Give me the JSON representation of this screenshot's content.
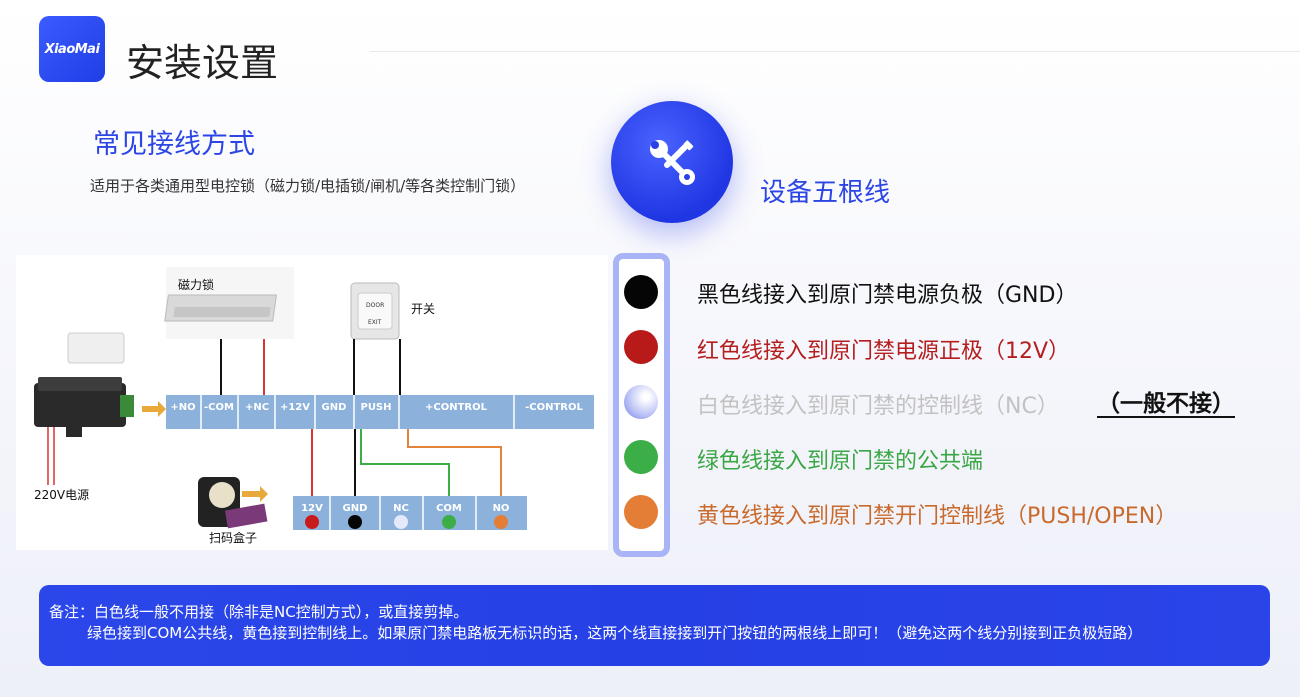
{
  "header": {
    "logo_text": "XiaoMai",
    "title": "安装设置"
  },
  "intro": {
    "title": "常见接线方式",
    "subtitle": "适用于各类通用型电控锁（磁力锁/电插锁/闸机/等各类控制门锁）"
  },
  "five_wires": {
    "title": "设备五根线",
    "items": [
      {
        "text": "黑色线接入到原门禁电源负极（GND）",
        "color": "#111111",
        "dot_color": "#050505"
      },
      {
        "text": "红色线接入到原门禁电源正极（12V）",
        "color": "#b51e1e",
        "dot_color": "#b81a1a"
      },
      {
        "text": "白色线接入到原门禁的控制线（NC）",
        "color": "#c2c2c2",
        "dot_color": "#dcdff8"
      },
      {
        "text": "绿色线接入到原门禁的公共端",
        "color": "#3aa745",
        "dot_color": "#3cae48"
      },
      {
        "text": "黄色线接入到原门禁开门控制线（PUSH/OPEN）",
        "color": "#c96a2c",
        "dot_color": "#e47d36"
      }
    ],
    "white_note": "（一般不接）"
  },
  "diagram": {
    "maglock_label": "磁力锁",
    "switch_label": "开关",
    "power_label": "220V电源",
    "scanner_label": "扫码盒子",
    "button_text_1": "DOOR",
    "button_text_2": "EXIT",
    "top_terminals": [
      "+NO",
      "-COM",
      "+NC",
      "+12V",
      "GND",
      "PUSH",
      "+CONTROL",
      "-CONTROL"
    ],
    "bottom_terminals": [
      "12V",
      "GND",
      "NC",
      "COM",
      "NO"
    ]
  },
  "note": {
    "line1": "备注：白色线一般不用接（除非是NC控制方式），或直接剪掉。",
    "line2": "绿色接到COM公共线，黄色接到控制线上。如果原门禁电路板无标识的话，这两个线直接接到开门按钮的两根线上即可！（避免这两个线分别接到正负极短路）"
  }
}
